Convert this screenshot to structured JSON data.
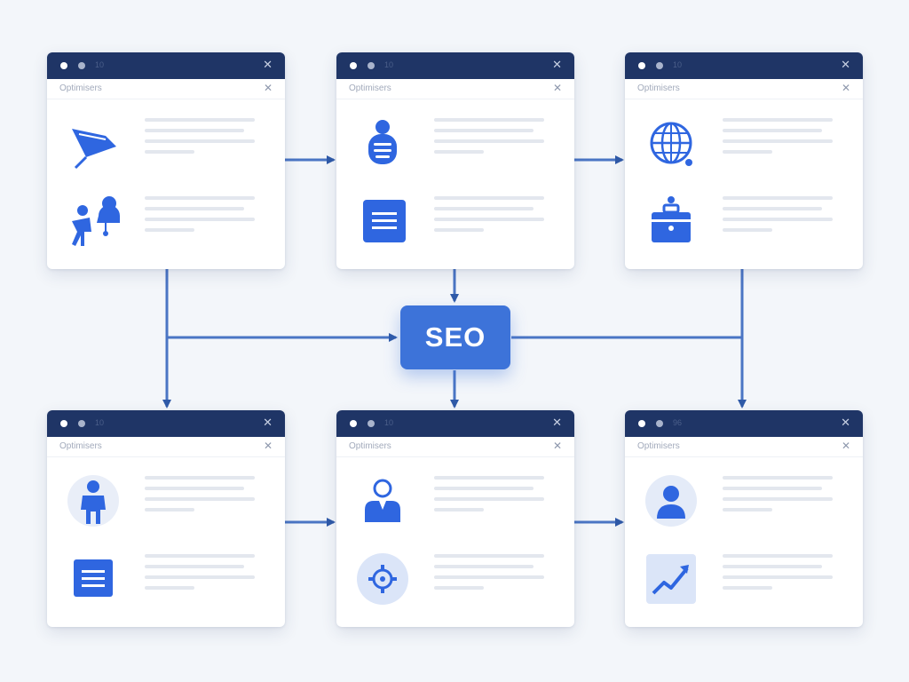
{
  "center_node": {
    "label": "SEO"
  },
  "windows": [
    {
      "title": "10",
      "header": "Optimisers"
    },
    {
      "title": "10",
      "header": "Optimisers"
    },
    {
      "title": "10",
      "header": "Optimisers"
    },
    {
      "title": "10",
      "header": "Optimisers"
    },
    {
      "title": "10",
      "header": "Optimisers"
    },
    {
      "title": "96",
      "header": "Optimisers"
    }
  ],
  "colors": {
    "accent": "#3d73d9",
    "titlebar": "#1f3566",
    "connector": "#4a75c4",
    "background": "#f3f6fa"
  },
  "icons": [
    [
      "flag-icon",
      "presenter-bell-icon"
    ],
    [
      "document-person-icon",
      "list-document-icon"
    ],
    [
      "globe-icon",
      "briefcase-icon"
    ],
    [
      "person-icon",
      "list-document-icon"
    ],
    [
      "user-profile-icon",
      "target-gear-icon"
    ],
    [
      "user-avatar-icon",
      "growth-chart-icon"
    ]
  ]
}
